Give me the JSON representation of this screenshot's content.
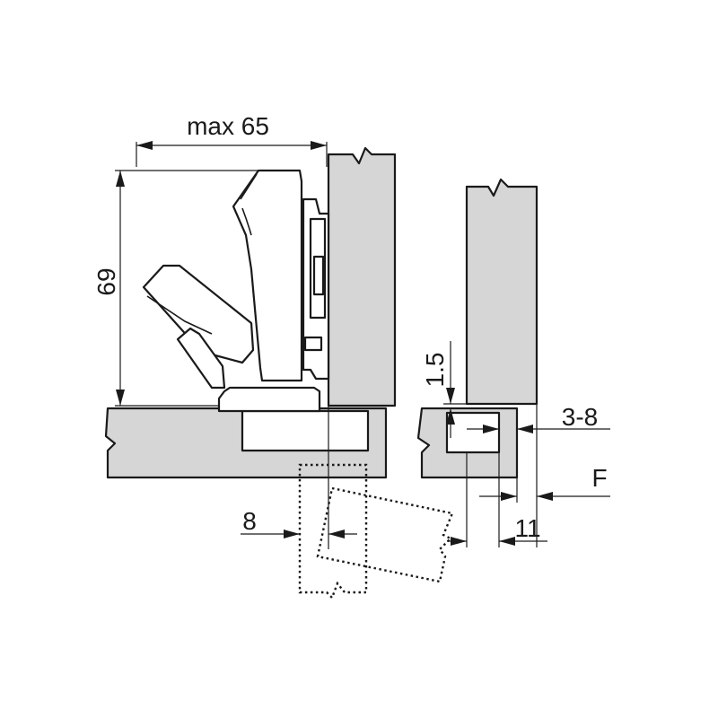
{
  "dimensions": {
    "width_label": "max 65",
    "height_label": "69",
    "thickness_label": "1.5",
    "overlay_label": "3-8",
    "force_label": "F",
    "gap_label": "11",
    "offset_label": "8"
  },
  "colors": {
    "part_fill": "#d6d6d6",
    "stroke": "#1a1a1a",
    "background": "#ffffff"
  }
}
